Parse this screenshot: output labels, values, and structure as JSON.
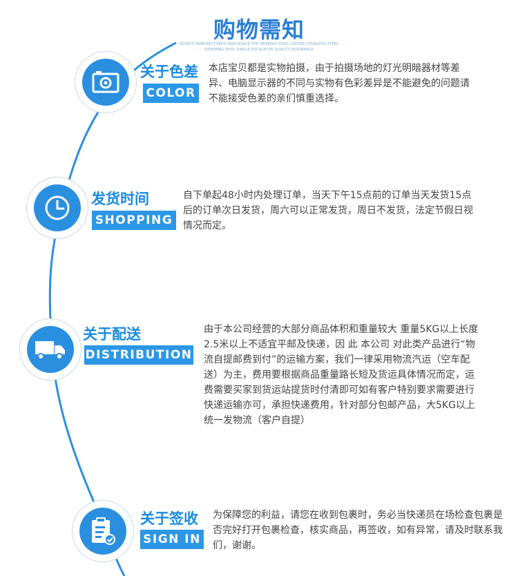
{
  "page": {
    "title": "购物需知",
    "subtitle": "SOURCE MANUFACTURED WHOLESALE THE MERMAID POOL LADDER STAINLESS STEEL SWIMMING POOL SINGLE ESCALATOR QUALITY ASSURANCE"
  },
  "colors": {
    "accent": "#2b97e6",
    "heading": "#1a8be0",
    "text": "#444444"
  },
  "sections": [
    {
      "icon": "camera-icon",
      "title": "关于色差",
      "tag": "COLOR",
      "text": "本店宝贝都是实物拍摄，由于拍摄场地的灯光明暗器材等差异、电脑显示器的不同与实物有色彩差异是不能避免的问题请不能接受色差的亲们慎重选择。"
    },
    {
      "icon": "clock-icon",
      "title": "发货时间",
      "tag": "SHOPPING",
      "text": "自下单起48小时内处理订单，当天下午15点前的订单当天发货15点后的订单次日发货，周六可以正常发货，周日不发货，法定节假日视情况而定。"
    },
    {
      "icon": "truck-icon",
      "title": "关于配送",
      "tag": "DISTRIBUTION",
      "text": "由于本公司经营的大部分商品体积和重量较大 重量5KG以上长度2.5米以上不适宜平邮及快递，因 此 本公司 对此类产品进行“物流自提邮费到付”的运输方案，我们一律采用物流汽运（空车配送）为主，费用要根据商品重量路长短及货运具体情况而定，运费需要买家到货运站提货时付清即可如有客户特别要求需要进行快递运输亦可，承担快递费用，针对部分包邮产品，大5KG以上统一发物流（客户自提）"
    },
    {
      "icon": "clipboard-check-icon",
      "title": "关于签收",
      "tag": "SIGN IN",
      "text": "为保障您的利益，请您在收到包裹时，务必当快递员在场检查包裹是否完好打开包裹检查，核实商品，再签收，如有异常，请及时联系我们，谢谢。"
    }
  ]
}
